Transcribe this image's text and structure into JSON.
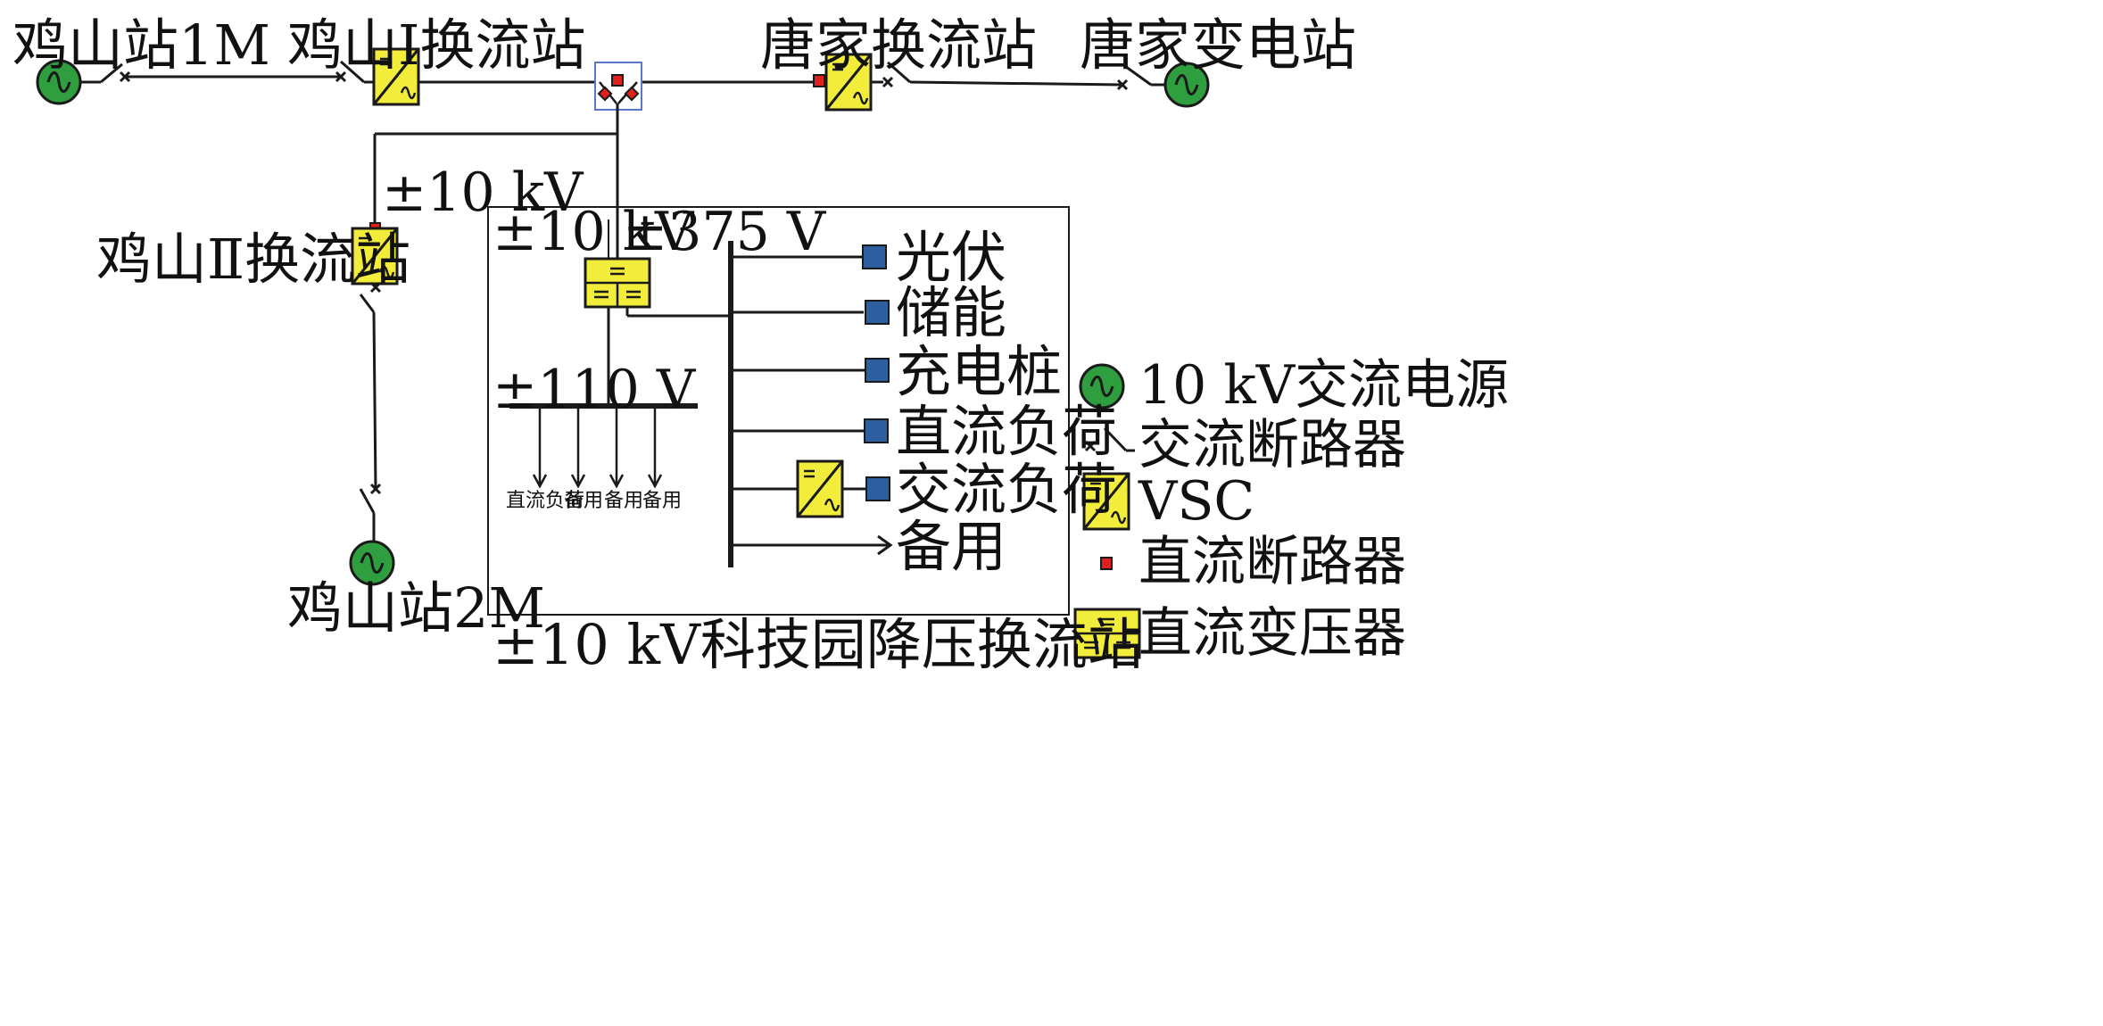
{
  "stations": {
    "jishan_1m": "鸡山站1M",
    "jishan_i": "鸡山Ⅰ换流站",
    "tangjia_converter": "唐家换流站",
    "tangjia_substation": "唐家变电站",
    "jishan_ii": "鸡山Ⅱ换流站",
    "jishan_2m": "鸡山站2M",
    "park_station": "±10 kV科技园降压换流站"
  },
  "voltages": {
    "v10_outer": "±10 kV",
    "v10_inner": "±10 kV",
    "v375": "±375 V",
    "v110": "±110 V"
  },
  "dc375_loads": [
    "光伏",
    "储能",
    "充电桩",
    "直流负荷",
    "交流负荷",
    "备用"
  ],
  "dc110_feeders": [
    "直流负荷",
    "备用",
    "备用",
    "备用"
  ],
  "legend": {
    "ac_source": "10 kV交流电源",
    "ac_breaker": "交流断路器",
    "vsc": "VSC",
    "dc_breaker": "直流断路器",
    "dc_transformer": "直流变压器"
  },
  "colors": {
    "line": "#1a1a1a",
    "source_green": "#2e9e3e",
    "vsc_yellow": "#f2ec3a",
    "breaker_red": "#e0201e",
    "load_blue": "#2d5fa0",
    "hub_frame": "#5a78c8"
  }
}
